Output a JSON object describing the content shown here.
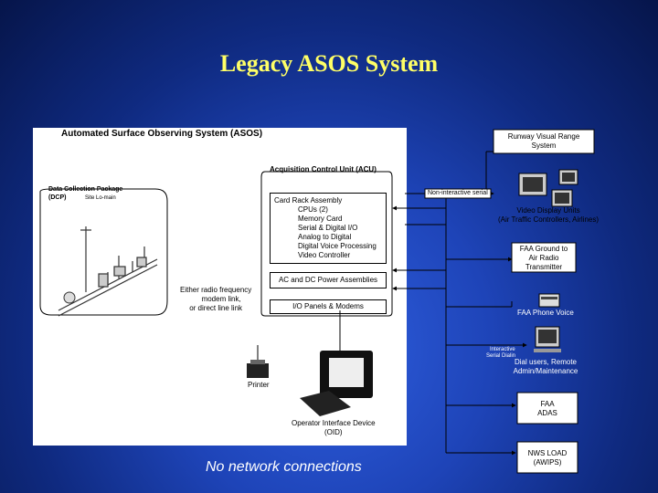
{
  "title": "Legacy ASOS System",
  "footer_note": "No network connections",
  "asos": {
    "title": "Automated Surface Observing System (ASOS)",
    "dcp_title": "Data Collection Package",
    "dcp_subtitle": "(DCP)",
    "dcp_note": "Site Lo-main",
    "acu_title": "Acquisition Control Unit (ACU)",
    "card_rack_title": "Card Rack Assembly",
    "card_rack_items": [
      "CPUs (2)",
      "Memory Card",
      "Serial & Digital I/O",
      "Analog to Digital",
      "Digital Voice Processing",
      "Video Controller"
    ],
    "power_label": "AC and DC Power Assemblies",
    "io_label": "I/O Panels & Modems",
    "link_label": [
      "Either radio frequency",
      "modem link,",
      "or direct line link"
    ],
    "printer_label": "Printer",
    "oid_label": [
      "Operator Interface Device",
      "(OID)"
    ]
  },
  "external": {
    "rvr": [
      "Runway Visual Range",
      "System"
    ],
    "non_interactive_serial": "Non-interactive serial",
    "video_display": [
      "Video Display Units",
      "(Air Traffic Controllers, Airlines)"
    ],
    "faa_ground": [
      "FAA Ground to",
      "Air Radio",
      "Transmitter"
    ],
    "faa_phone": "FAA Phone Voice",
    "interactive_serial": [
      "Interactive",
      "Serial Dialin"
    ],
    "dial_users": [
      "Dial users, Remote",
      "Admin/Maintenance"
    ],
    "faa_adas": [
      "FAA",
      "ADAS"
    ],
    "nws_load": [
      "NWS LOAD",
      "(AWIPS)"
    ]
  },
  "colors": {
    "title": "#ffff66",
    "background_center": "#2f5fe0",
    "background_edge": "#06154a"
  }
}
